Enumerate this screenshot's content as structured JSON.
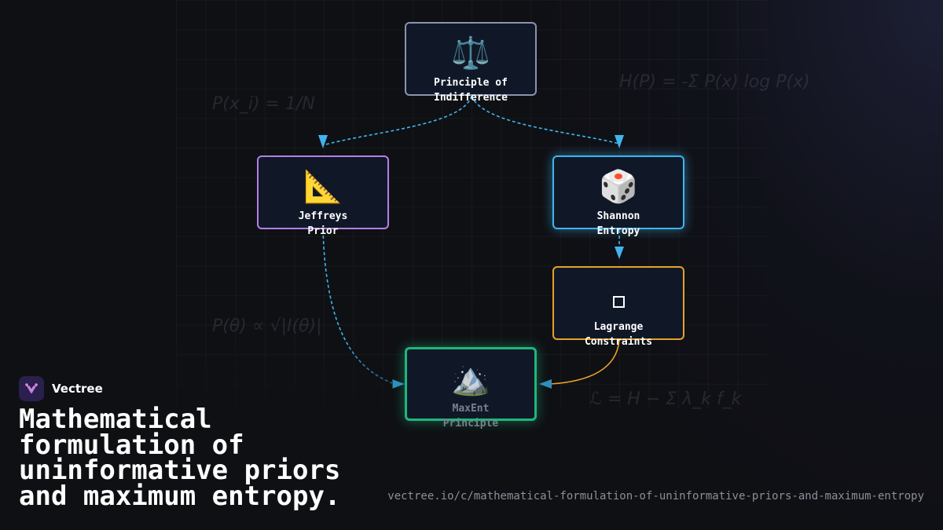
{
  "brand": {
    "name": "Vectree",
    "accent": "#b57ee6"
  },
  "title": "Mathematical formulation of uninformative priors and maximum entropy.",
  "url": "vectree.io/c/mathematical-formulation-of-uninformative-priors-and-maximum-entropy",
  "background_formulas": {
    "uniform": "P(x_i) = 1/N",
    "shannon": "H(P) = -Σ P(x) log P(x)",
    "jeffreys": "P(θ) ∝ √|I(θ)|",
    "lagrangian": "ℒ = H − Σ λ_k f_k"
  },
  "diagram": {
    "nodes": [
      {
        "id": "indifference",
        "icon": "⚖️",
        "icon_name": "balance-scale-icon",
        "label": "Principle of\nIndifference",
        "border": "#8b93ad"
      },
      {
        "id": "jeffreys",
        "icon": "📐",
        "icon_name": "triangular-ruler-icon",
        "label": "Jeffreys\nPrior",
        "border": "#b57ee6"
      },
      {
        "id": "shannon",
        "icon": "🎲",
        "icon_name": "dice-icon",
        "label": "Shannon\nEntropy",
        "border": "#3fb5ee"
      },
      {
        "id": "lagrange",
        "icon": "",
        "icon_name": "square-icon",
        "label": "Lagrange\nConstraints",
        "border": "#e6a12a"
      },
      {
        "id": "maxent",
        "icon": "🏔️",
        "icon_name": "mountain-icon",
        "label": "MaxEnt\nPrinciple",
        "border": "#1fb67d"
      }
    ],
    "edges": [
      {
        "from": "indifference",
        "to": "jeffreys",
        "style": "dashed",
        "color": "#3fb5ee"
      },
      {
        "from": "indifference",
        "to": "shannon",
        "style": "dashed",
        "color": "#3fb5ee"
      },
      {
        "from": "shannon",
        "to": "lagrange",
        "style": "dashed",
        "color": "#3fb5ee"
      },
      {
        "from": "jeffreys",
        "to": "maxent",
        "style": "dashed",
        "color": "#3fb5ee"
      },
      {
        "from": "lagrange",
        "to": "maxent",
        "style": "solid",
        "color": "#e6a12a"
      }
    ]
  }
}
